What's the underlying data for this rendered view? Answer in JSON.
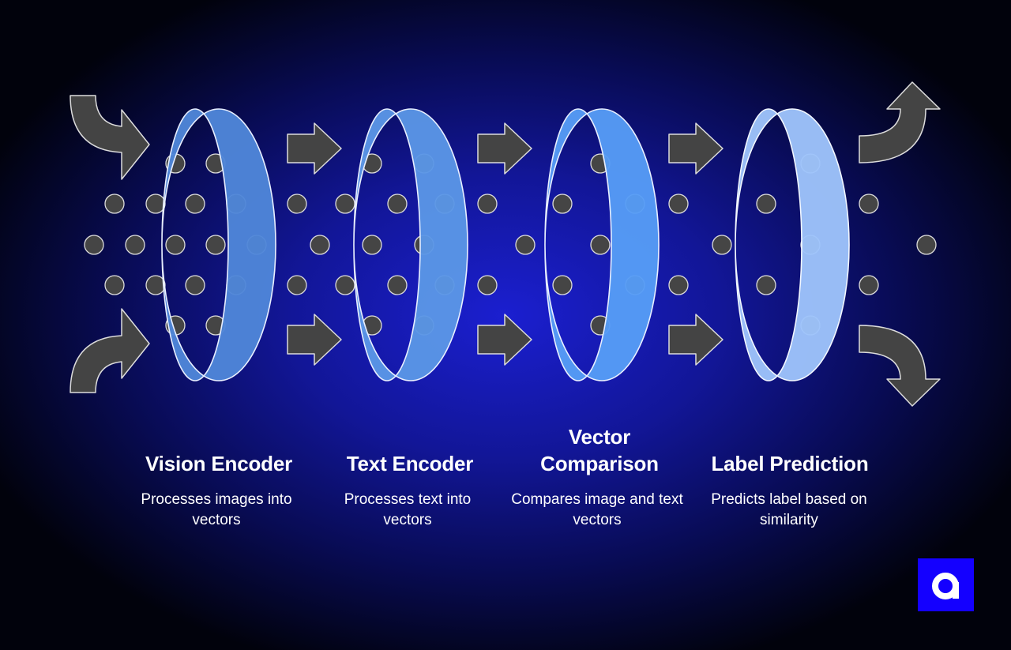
{
  "stages": [
    {
      "title": "Vision Encoder",
      "description": "Processes images into vectors"
    },
    {
      "title": "Text Encoder",
      "description": "Processes text into vectors"
    },
    {
      "title": "Vector Comparison",
      "description": "Compares image and text vectors"
    },
    {
      "title": "Label Prediction",
      "description": "Predicts label based on similarity"
    }
  ],
  "colors": {
    "background_center": "#1b1fd0",
    "background_edge": "#01020c",
    "ring_1": "#4f86d9",
    "ring_2": "#5b96e6",
    "ring_3": "#569cf6",
    "ring_4": "#9ec4fb",
    "dot": "#454545",
    "arrow": "#444444",
    "logo_background": "#1400ff"
  },
  "icons": {
    "logo": "brand-a-logo-icon",
    "arrow": "right-arrow-icon"
  }
}
